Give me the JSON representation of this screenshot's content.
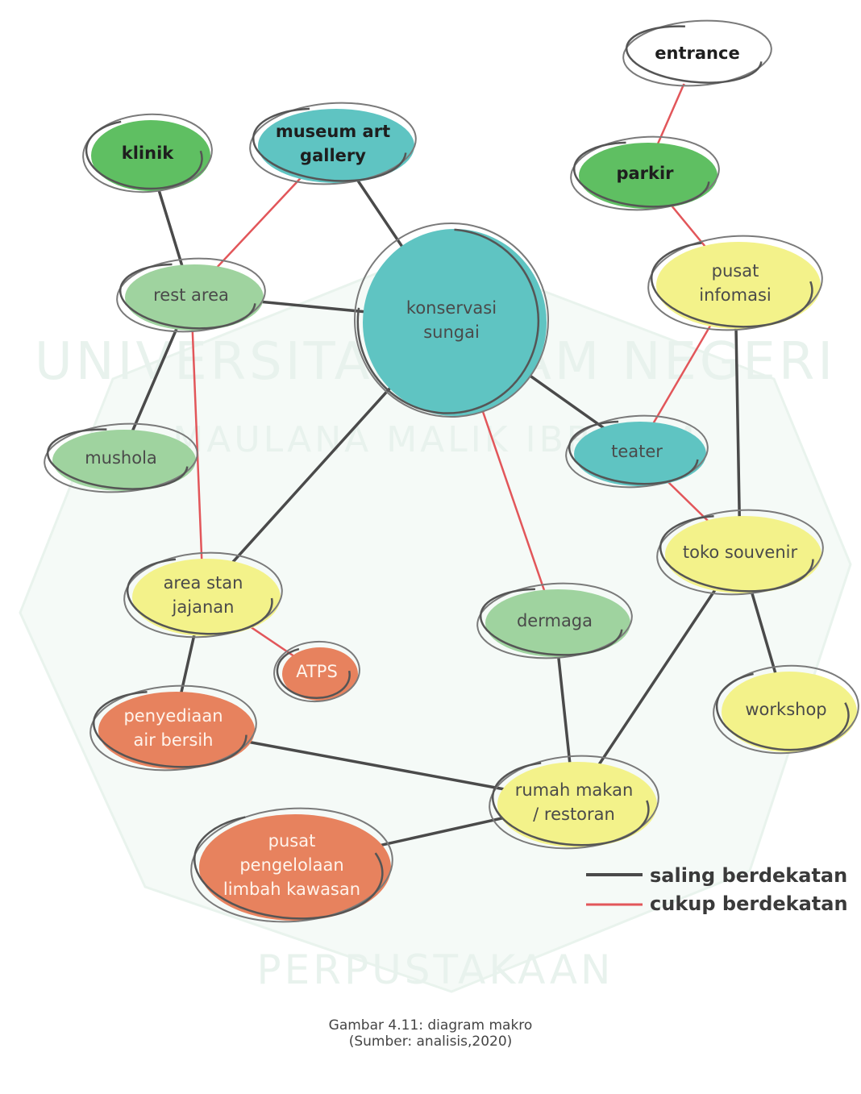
{
  "colors": {
    "saling": "#4a4a4a",
    "cukup": "#e2565a",
    "green_dark": "#5fbf62",
    "green_light": "#9fd39f",
    "teal": "#5fc4c2",
    "yellow": "#f3f28a",
    "orange": "#e7825e",
    "white": "#ffffff"
  },
  "nodes": [
    {
      "id": "entrance",
      "lines": [
        "entrance"
      ],
      "fill": "white",
      "bold": true
    },
    {
      "id": "klinik",
      "lines": [
        "klinik"
      ],
      "fill": "green_dark",
      "bold": true
    },
    {
      "id": "museum",
      "lines": [
        "museum art",
        "gallery"
      ],
      "fill": "teal",
      "bold": true
    },
    {
      "id": "parkir",
      "lines": [
        "parkir"
      ],
      "fill": "green_dark",
      "bold": true
    },
    {
      "id": "rest",
      "lines": [
        "rest area"
      ],
      "fill": "green_light",
      "bold": false
    },
    {
      "id": "konservasi",
      "lines": [
        "konservasi",
        "sungai"
      ],
      "fill": "teal",
      "bold": false
    },
    {
      "id": "pusat_info",
      "lines": [
        "pusat",
        "infomasi"
      ],
      "fill": "yellow",
      "bold": false
    },
    {
      "id": "mushola",
      "lines": [
        "mushola"
      ],
      "fill": "green_light",
      "bold": false
    },
    {
      "id": "teater",
      "lines": [
        "teater"
      ],
      "fill": "teal",
      "bold": false
    },
    {
      "id": "toko",
      "lines": [
        "toko souvenir"
      ],
      "fill": "yellow",
      "bold": false
    },
    {
      "id": "stan",
      "lines": [
        "area stan",
        "jajanan"
      ],
      "fill": "yellow",
      "bold": false
    },
    {
      "id": "dermaga",
      "lines": [
        "dermaga"
      ],
      "fill": "green_light",
      "bold": false
    },
    {
      "id": "atps",
      "lines": [
        "ATPS"
      ],
      "fill": "orange",
      "bold": false
    },
    {
      "id": "workshop",
      "lines": [
        "workshop"
      ],
      "fill": "yellow",
      "bold": false
    },
    {
      "id": "air",
      "lines": [
        "penyediaan",
        "air bersih"
      ],
      "fill": "orange",
      "bold": false
    },
    {
      "id": "rumah",
      "lines": [
        "rumah makan",
        "/ restoran"
      ],
      "fill": "yellow",
      "bold": false
    },
    {
      "id": "limbah",
      "lines": [
        "pusat",
        "pengelolaan",
        "limbah kawasan"
      ],
      "fill": "orange",
      "bold": false
    }
  ],
  "edges": [
    {
      "from": "entrance",
      "to": "parkir",
      "type": "cukup"
    },
    {
      "from": "parkir",
      "to": "pusat_info",
      "type": "cukup"
    },
    {
      "from": "klinik",
      "to": "rest",
      "type": "saling"
    },
    {
      "from": "museum",
      "to": "rest",
      "type": "cukup"
    },
    {
      "from": "museum",
      "to": "konservasi",
      "type": "saling"
    },
    {
      "from": "rest",
      "to": "konservasi",
      "type": "saling"
    },
    {
      "from": "rest",
      "to": "mushola",
      "type": "saling"
    },
    {
      "from": "rest",
      "to": "stan",
      "type": "cukup"
    },
    {
      "from": "konservasi",
      "to": "teater",
      "type": "saling"
    },
    {
      "from": "konservasi",
      "to": "stan",
      "type": "saling"
    },
    {
      "from": "konservasi",
      "to": "dermaga",
      "type": "cukup"
    },
    {
      "from": "pusat_info",
      "to": "teater",
      "type": "cukup"
    },
    {
      "from": "pusat_info",
      "to": "toko",
      "type": "saling"
    },
    {
      "from": "teater",
      "to": "toko",
      "type": "cukup"
    },
    {
      "from": "toko",
      "to": "workshop",
      "type": "saling"
    },
    {
      "from": "toko",
      "to": "rumah",
      "type": "saling"
    },
    {
      "from": "dermaga",
      "to": "rumah",
      "type": "saling"
    },
    {
      "from": "stan",
      "to": "atps",
      "type": "cukup"
    },
    {
      "from": "stan",
      "to": "air",
      "type": "saling"
    },
    {
      "from": "air",
      "to": "rumah",
      "type": "saling"
    },
    {
      "from": "limbah",
      "to": "rumah",
      "type": "saling"
    }
  ],
  "legend": {
    "saling": "saling berdekatan",
    "cukup": "cukup berdekatan"
  },
  "caption": {
    "line1": "Gambar 4.11: diagram makro",
    "line2": "(Sumber: analisis,2020)"
  },
  "watermark": {
    "top": "UNIVERSITAS ISLAM NEGERI",
    "middle": "MAULANA MALIK IBRAHIM",
    "bottom": "PERPUSTAKAAN"
  }
}
